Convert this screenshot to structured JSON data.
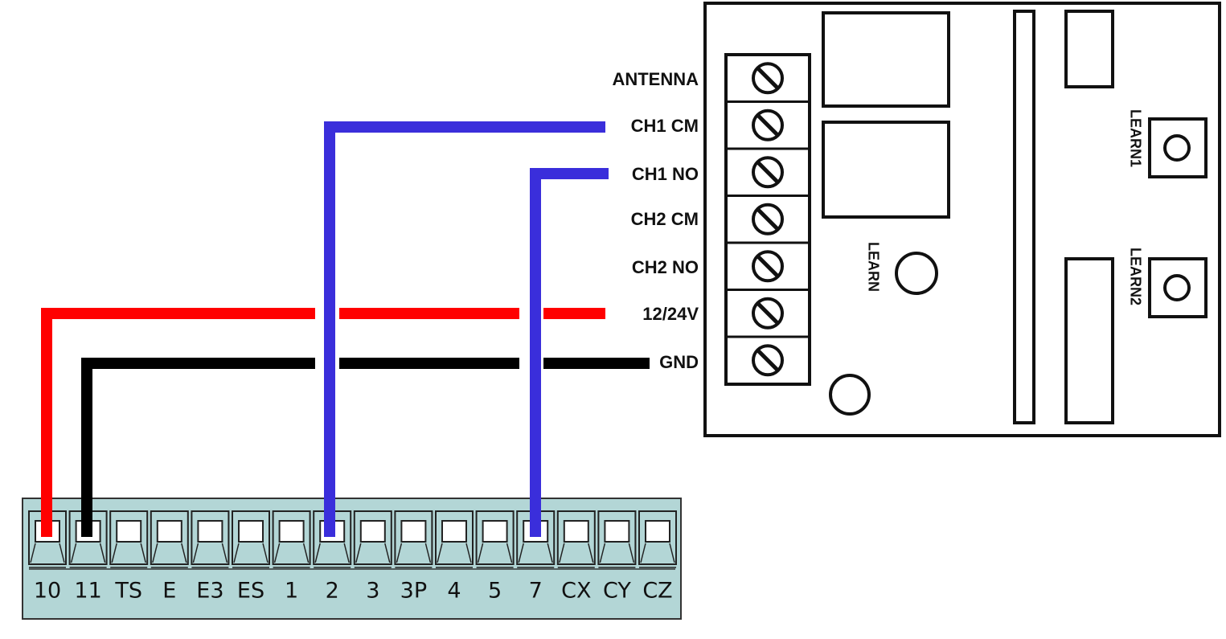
{
  "receiver": {
    "terminal_labels": [
      "ANTENNA",
      "CH1 CM",
      "CH1 NO",
      "CH2 CM",
      "CH2 NO",
      "12/24V",
      "GND"
    ],
    "learn_label": "LEARN",
    "learn1_label": "LEARN1",
    "learn2_label": "LEARN2"
  },
  "terminal_block": {
    "labels": [
      "10",
      "11",
      "TS",
      "E",
      "E3",
      "ES",
      "1",
      "2",
      "3",
      "3P",
      "4",
      "5",
      "7",
      "CX",
      "CY",
      "CZ"
    ]
  },
  "colors": {
    "wire_red": "#ff0000",
    "wire_black": "#000000",
    "wire_blue": "#3a2edb",
    "block_fill": "#b3d6d6",
    "outline": "#111111"
  },
  "connections": [
    {
      "from": "12/24V",
      "to": "10",
      "color": "red"
    },
    {
      "from": "GND",
      "to": "11",
      "color": "black"
    },
    {
      "from": "CH1 CM",
      "to": "2",
      "color": "blue"
    },
    {
      "from": "CH1 NO",
      "to": "7",
      "color": "blue"
    }
  ]
}
